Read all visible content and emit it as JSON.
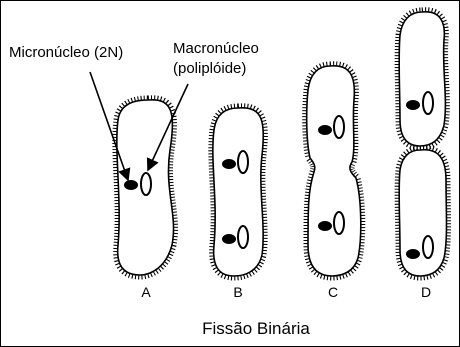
{
  "labels": {
    "micronucleus": "Micronúcleo (2N)",
    "macronucleus_line1": "Macronúcleo",
    "macronucleus_line2": "(poliplóide)"
  },
  "stages": [
    {
      "letter": "A",
      "type": "single"
    },
    {
      "letter": "B",
      "type": "elongated"
    },
    {
      "letter": "C",
      "type": "constricted"
    },
    {
      "letter": "D",
      "type": "separated"
    }
  ],
  "title": "Fissão Binária"
}
